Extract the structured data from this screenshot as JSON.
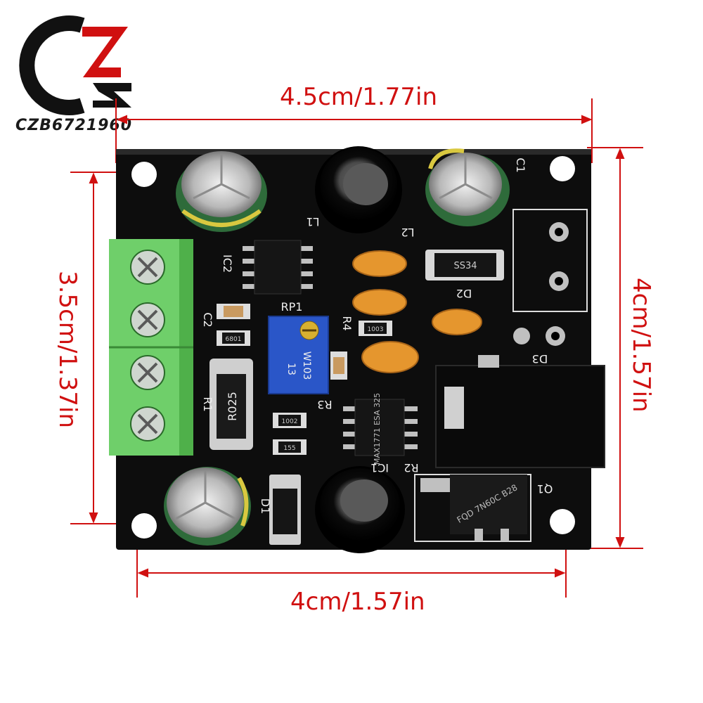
{
  "brand": {
    "logo_text": "CZB6721960"
  },
  "dimensions": {
    "top": "4.5cm/1.77in",
    "bottom": "4cm/1.57in",
    "left": "3.5cm/1.37in",
    "right": "4cm/1.57in"
  },
  "board_labels": {
    "resistor_big": "R025",
    "pot": "W103",
    "pot_num": "13",
    "ic2_chip": "SS34",
    "ic_main": "MAX1771 ESA 325",
    "mosfet": "FQD 7N60C B28",
    "r_1002": "1002",
    "r_155": "155",
    "r_1003": "1003",
    "r_6801": "6801",
    "ref_rp1": "RP1",
    "ref_r4": "R4",
    "ref_ic2": "IC2",
    "ref_ic1": "IC1",
    "ref_d1": "D1",
    "ref_d2": "D2",
    "ref_d3": "D3",
    "ref_q1": "Q1",
    "ref_c1": "C1",
    "ref_c2": "C2",
    "ref_l1": "L1",
    "ref_l2": "L2",
    "ref_r3": "R3",
    "ref_r2": "R2",
    "ref_r1": "R1"
  },
  "colors": {
    "dimension_red": "#d01010",
    "pcb_black": "#0d0d0d",
    "terminal_green": "#6fcf6a",
    "pot_blue": "#2a56c8",
    "cap_green": "#2e6b3a"
  }
}
